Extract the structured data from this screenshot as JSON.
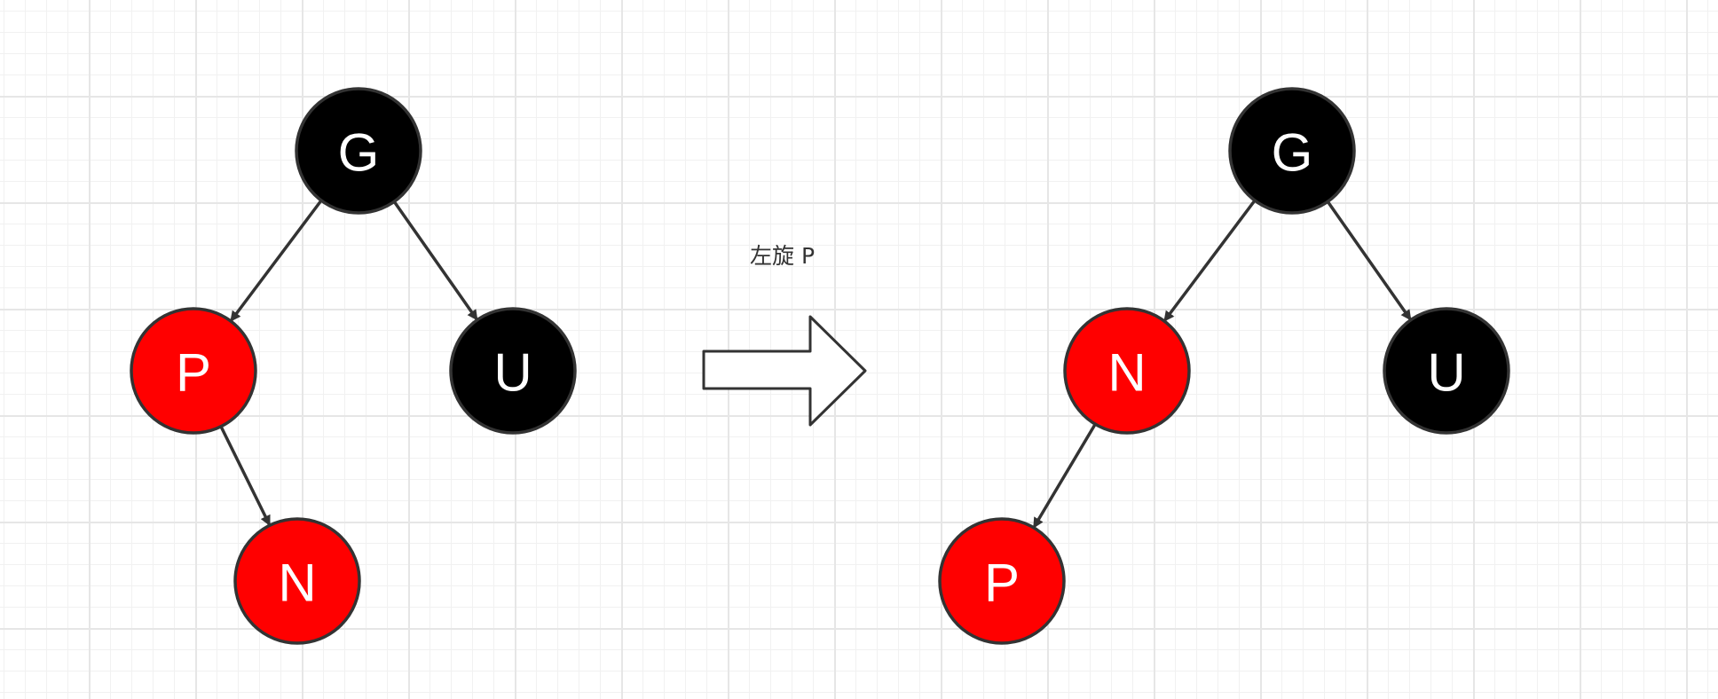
{
  "caption": "左旋 P",
  "colors": {
    "red_node": "#ff0000",
    "black_node": "#000000",
    "node_stroke": "#333333",
    "edge": "#333333",
    "label": "#ffffff",
    "arrow_fill": "#ffffff",
    "grid": "#e6e6e6"
  },
  "before": {
    "nodes": [
      {
        "id": "G",
        "label": "G",
        "color": "black"
      },
      {
        "id": "P",
        "label": "P",
        "color": "red"
      },
      {
        "id": "U",
        "label": "U",
        "color": "black"
      },
      {
        "id": "N",
        "label": "N",
        "color": "red"
      }
    ],
    "edges": [
      [
        "G",
        "P"
      ],
      [
        "G",
        "U"
      ],
      [
        "P",
        "N"
      ]
    ]
  },
  "after": {
    "nodes": [
      {
        "id": "G",
        "label": "G",
        "color": "black"
      },
      {
        "id": "N",
        "label": "N",
        "color": "red"
      },
      {
        "id": "U",
        "label": "U",
        "color": "black"
      },
      {
        "id": "P",
        "label": "P",
        "color": "red"
      }
    ],
    "edges": [
      [
        "G",
        "N"
      ],
      [
        "G",
        "U"
      ],
      [
        "N",
        "P"
      ]
    ]
  }
}
